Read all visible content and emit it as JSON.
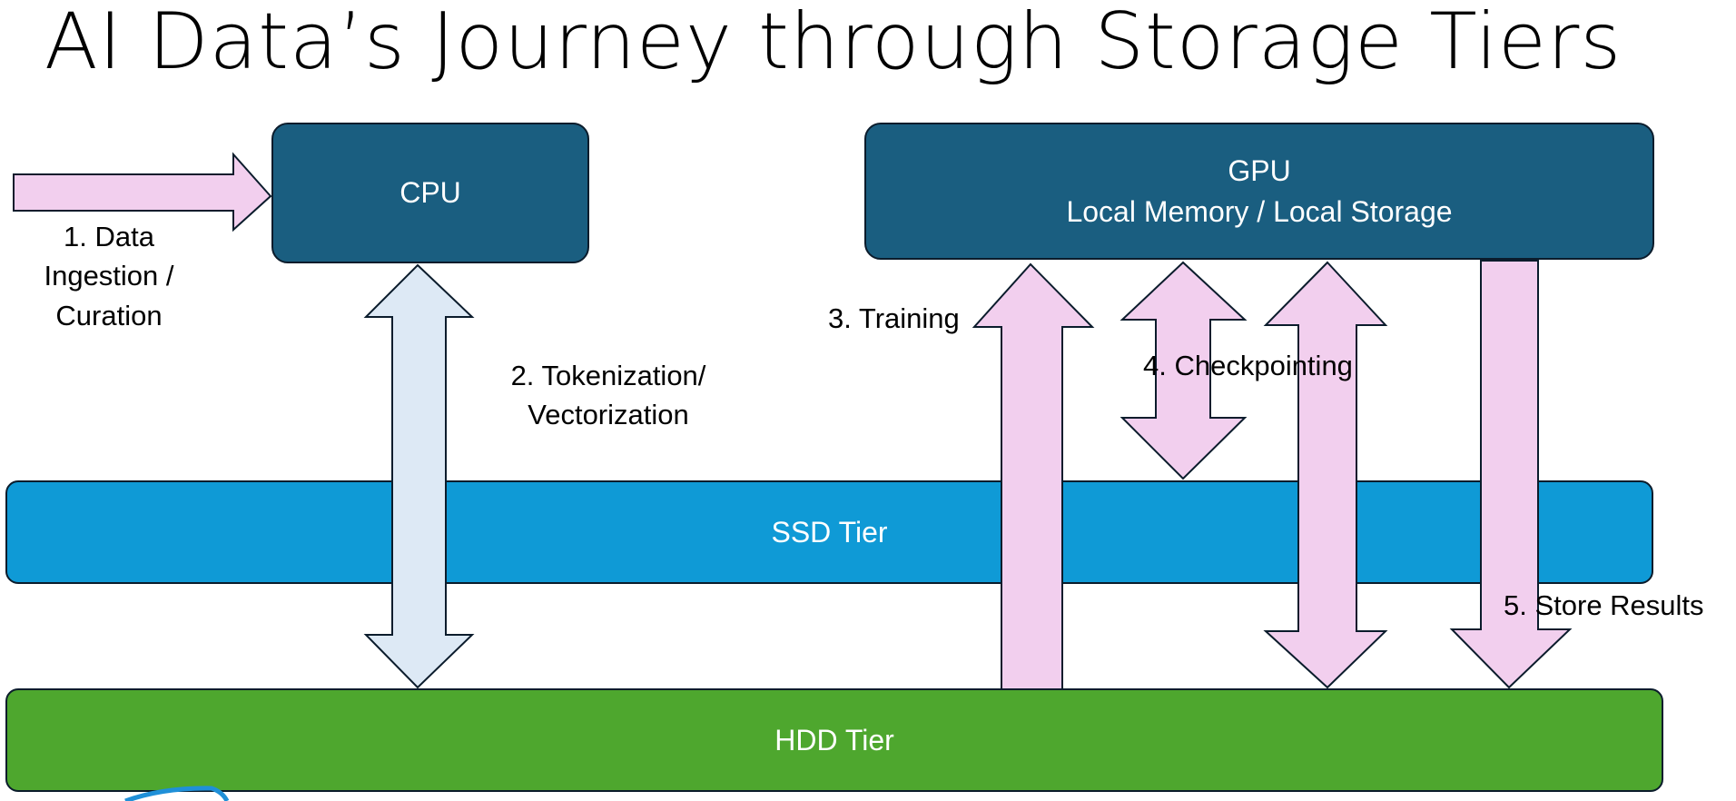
{
  "title": "AI Data’s Journey through Storage Tiers",
  "boxes": {
    "cpu": "CPU",
    "gpu_line1": "GPU",
    "gpu_line2": "Local Memory / Local Storage",
    "ssd": "SSD Tier",
    "hdd": "HDD Tier"
  },
  "steps": {
    "ingestion": [
      "1. Data",
      "Ingestion /",
      "Curation"
    ],
    "tokenization": [
      "2. Tokenization/",
      "Vectorization"
    ],
    "training": "3. Training",
    "checkpointing": "4. Checkpointing",
    "store_results": "5. Store Results"
  },
  "colors": {
    "cpu_gpu": "#1a5e80",
    "ssd": "#0f9ad6",
    "hdd": "#4ea72e",
    "pink_arrow": "#f2cfee",
    "blue_arrow": "#dde9f5",
    "outline": "#0b1c2c",
    "logo_arc": "#1f90d8"
  }
}
